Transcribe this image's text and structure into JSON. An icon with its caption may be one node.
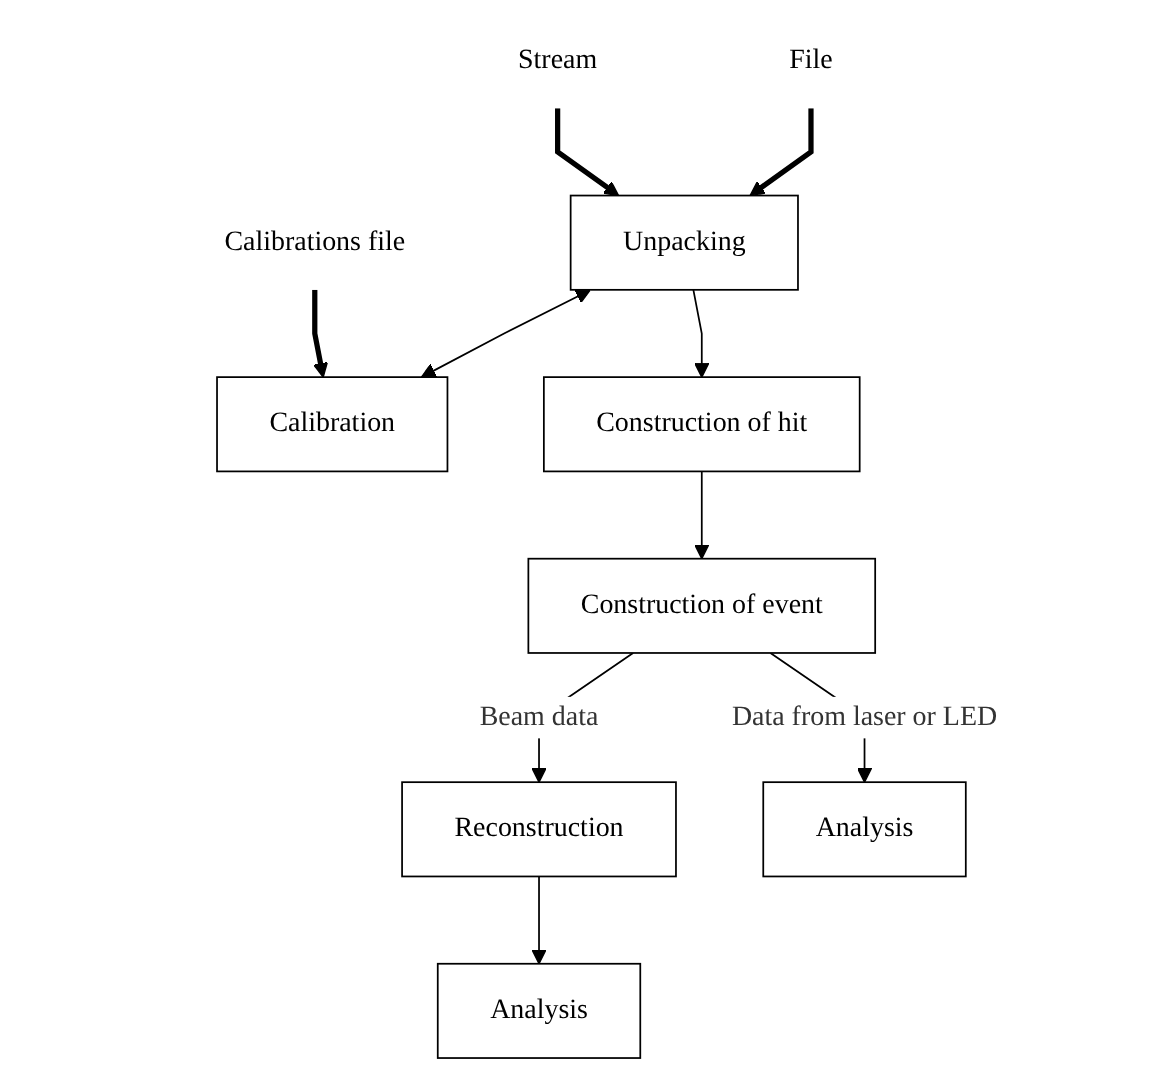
{
  "diagram": {
    "nodes": [
      {
        "text": [
          "Stream"
        ]
      },
      {
        "text": [
          "File"
        ]
      },
      {
        "text": [
          "Calibrations file"
        ]
      },
      {
        "text": [
          "Unpacking"
        ]
      },
      {
        "text": [
          "Calibration"
        ]
      },
      {
        "text": [
          "Construction of hit"
        ]
      },
      {
        "text": [
          "Construction of event"
        ]
      },
      {
        "text": [
          "Reconstruction"
        ]
      },
      {
        "text": [
          "Analysis"
        ]
      },
      {
        "text": [
          "Analysis"
        ]
      }
    ],
    "edges": [
      {
        "from": 0,
        "to": 3,
        "arrow": "to",
        "style": "thick"
      },
      {
        "from": 1,
        "to": 3,
        "arrow": "to",
        "style": "thick"
      },
      {
        "from": 2,
        "to": 4,
        "arrow": "to",
        "style": "thick"
      },
      {
        "from": 3,
        "to": 4,
        "arrow": "both"
      },
      {
        "from": 3,
        "to": 5,
        "arrow": "to"
      },
      {
        "from": 5,
        "to": 6,
        "arrow": "to"
      },
      {
        "from": 6,
        "to": 7,
        "arrow": "to",
        "label": "Beam data"
      },
      {
        "from": 6,
        "to": 8,
        "arrow": "to",
        "label": "Data from laser or LED"
      },
      {
        "from": 7,
        "to": 9,
        "arrow": "to"
      }
    ]
  }
}
